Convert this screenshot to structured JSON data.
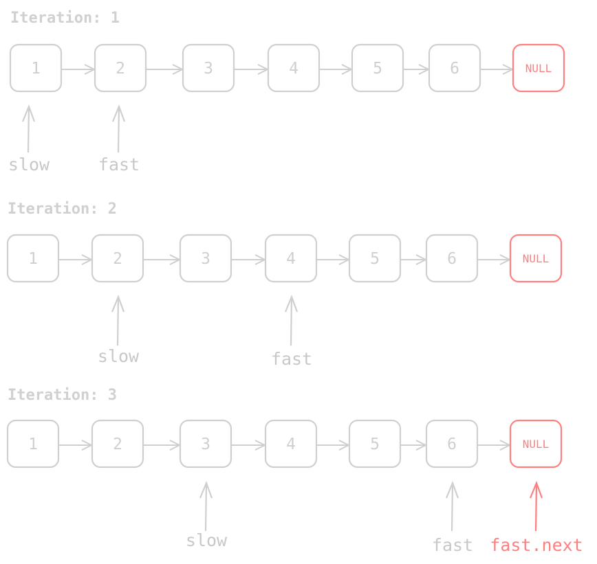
{
  "colors": {
    "gray": "#cfcfcf",
    "red": "#ff7f7f",
    "text_gray": "#c8c8c8"
  },
  "node_values": [
    "1",
    "2",
    "3",
    "4",
    "5",
    "6"
  ],
  "null_label": "NULL",
  "iterations": [
    {
      "title": "Iteration: 1",
      "pointers": [
        {
          "label": "slow",
          "node": 0,
          "highlight": false
        },
        {
          "label": "fast",
          "node": 1,
          "highlight": false
        }
      ]
    },
    {
      "title": "Iteration: 2",
      "pointers": [
        {
          "label": "slow",
          "node": 1,
          "highlight": false
        },
        {
          "label": "fast",
          "node": 3,
          "highlight": false
        }
      ]
    },
    {
      "title": "Iteration: 3",
      "pointers": [
        {
          "label": "slow",
          "node": 2,
          "highlight": false
        },
        {
          "label": "fast",
          "node": 5,
          "highlight": false
        },
        {
          "label": "fast.next",
          "node": 6,
          "highlight": true
        }
      ]
    }
  ]
}
